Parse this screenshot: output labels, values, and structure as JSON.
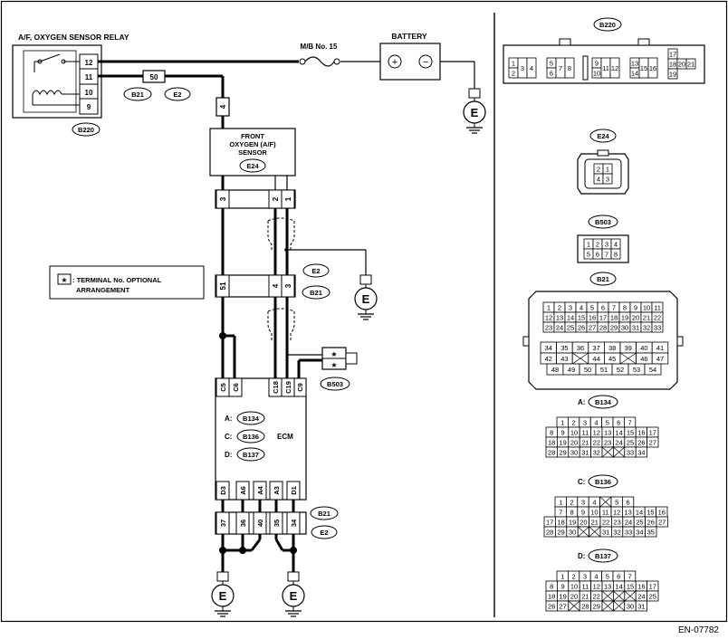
{
  "relay": {
    "title": "A/F, OXYGEN SENSOR RELAY",
    "pins": [
      "12",
      "11",
      "10",
      "9"
    ],
    "connector": "B220"
  },
  "fuse": {
    "label": "M/B No. 15"
  },
  "battery": {
    "title": "BATTERY",
    "plus": "+",
    "minus": "−"
  },
  "inline": {
    "pin": "50",
    "conn1": "B21",
    "conn2": "E2"
  },
  "sensor": {
    "pin": "4",
    "line1": "FRONT",
    "line2": "OXYGEN (A/F)",
    "line3": "SENSOR",
    "connector": "E24",
    "pins": [
      "3",
      "2",
      "1"
    ]
  },
  "joint": {
    "pins": [
      "51",
      "4",
      "3"
    ],
    "conn_top": "E2",
    "conn_bottom": "B21"
  },
  "legend": {
    "star": "★",
    "line1": ": TERMINAL No. OPTIONAL",
    "line2": "ARRANGEMENT"
  },
  "jumper": {
    "pins": [
      "★",
      "★"
    ],
    "connector": "B503"
  },
  "ecm": {
    "title": "ECM",
    "top_pins": [
      "C5",
      "C6",
      "C18",
      "C19",
      "C9"
    ],
    "conns": [
      {
        "prefix": "A:",
        "name": "B134"
      },
      {
        "prefix": "C:",
        "name": "B136"
      },
      {
        "prefix": "D:",
        "name": "B137"
      }
    ],
    "bottom_pins": [
      "D3",
      "A6",
      "A4",
      "A3",
      "D1"
    ]
  },
  "lower": {
    "pins": [
      "37",
      "36",
      "40",
      "35",
      "34"
    ],
    "conn1": "B21",
    "conn2": "E2"
  },
  "ground": "E",
  "views": {
    "b220": {
      "name": "B220",
      "cells": [
        "1",
        "2",
        "3",
        "4",
        "5",
        "6",
        "7",
        "8",
        "9",
        "10",
        "11",
        "12",
        "13",
        "14",
        "15",
        "16",
        "17",
        "18",
        "20",
        "21",
        "19"
      ]
    },
    "e24": {
      "name": "E24",
      "cells": [
        "2",
        "1",
        "4",
        "3"
      ]
    },
    "b503": {
      "name": "B503",
      "cells": [
        "1",
        "2",
        "3",
        "4",
        "5",
        "6",
        "7",
        "8"
      ]
    },
    "b21": {
      "name": "B21",
      "rows": [
        [
          "1",
          "2",
          "3",
          "4",
          "5",
          "6",
          "7",
          "8",
          "9",
          "10",
          "11"
        ],
        [
          "12",
          "13",
          "14",
          "15",
          "16",
          "17",
          "18",
          "19",
          "20",
          "21",
          "22"
        ],
        [
          "23",
          "24",
          "25",
          "26",
          "27",
          "28",
          "29",
          "30",
          "31",
          "32",
          "33"
        ]
      ],
      "rows2": [
        [
          "34",
          "35",
          "36",
          "37",
          "38",
          "39",
          "40",
          "41"
        ],
        [
          "42",
          "43",
          "",
          "44",
          "45",
          "",
          "46",
          "47"
        ],
        [
          "48",
          "49",
          "50",
          "51",
          "52",
          "53",
          "54"
        ]
      ]
    },
    "b134": {
      "prefix": "A:",
      "name": "B134",
      "rows": [
        [
          "1",
          "2",
          "3",
          "4",
          "5",
          "6",
          "7"
        ],
        [
          "8",
          "9",
          "10",
          "11",
          "12",
          "13",
          "14",
          "15",
          "16",
          "17"
        ],
        [
          "18",
          "19",
          "20",
          "21",
          "22",
          "23",
          "24",
          "25",
          "26",
          "27"
        ],
        [
          "28",
          "29",
          "30",
          "31",
          "32",
          "",
          "",
          "33",
          "34"
        ]
      ]
    },
    "b136": {
      "prefix": "C:",
      "name": "B136",
      "rows": [
        [
          "1",
          "2",
          "3",
          "4",
          "",
          "5",
          "6"
        ],
        [
          "7",
          "8",
          "9",
          "10",
          "11",
          "12",
          "13",
          "14",
          "15",
          "16"
        ],
        [
          "17",
          "18",
          "19",
          "20",
          "21",
          "22",
          "23",
          "24",
          "25",
          "26",
          "27"
        ],
        [
          "28",
          "29",
          "30",
          "",
          "",
          "31",
          "32",
          "33",
          "34",
          "35"
        ]
      ]
    },
    "b137": {
      "prefix": "D:",
      "name": "B137",
      "rows": [
        [
          "1",
          "2",
          "3",
          "4",
          "5",
          "6",
          "7"
        ],
        [
          "8",
          "9",
          "10",
          "11",
          "12",
          "13",
          "14",
          "15",
          "16",
          "17"
        ],
        [
          "18",
          "19",
          "20",
          "21",
          "22",
          "",
          "",
          "",
          "24",
          "25"
        ],
        [
          "26",
          "27",
          "",
          "28",
          "29",
          "",
          "",
          "30",
          "31"
        ]
      ]
    }
  },
  "figure_code": "EN-07782"
}
